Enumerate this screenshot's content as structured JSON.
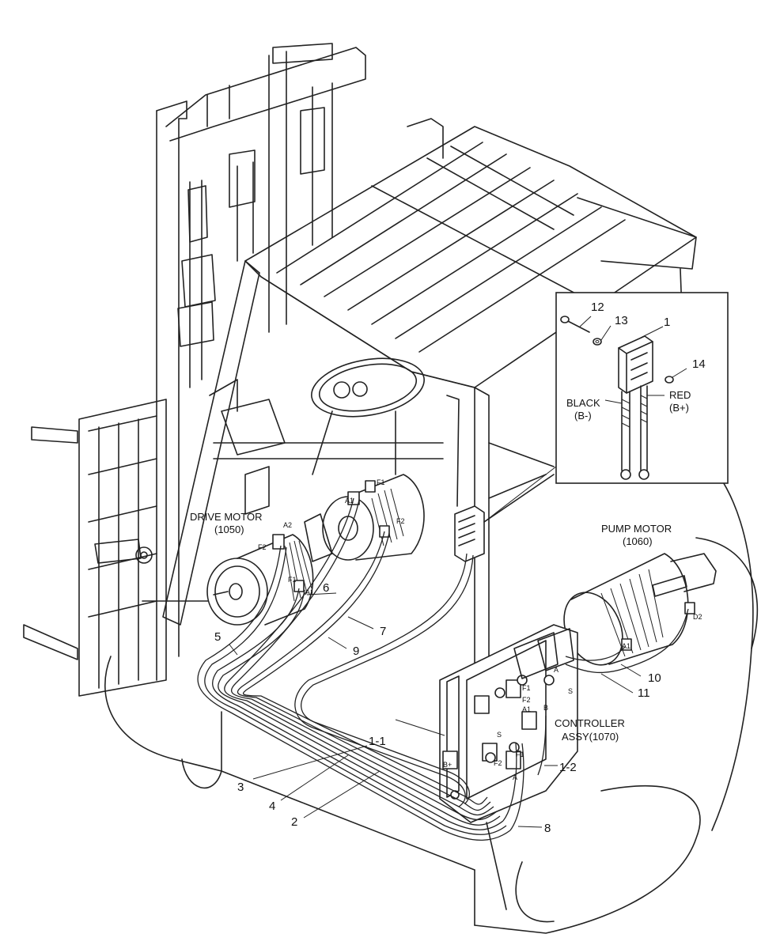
{
  "labels": {
    "drive_motor": "DRIVE MOTOR",
    "drive_motor_code": "(1050)",
    "pump_motor": "PUMP MOTOR",
    "pump_motor_code": "(1060)",
    "controller": "CONTROLLER",
    "controller_code": "ASSY(1070)",
    "black": "BLACK",
    "black_pol": "(B-)",
    "red": "RED",
    "red_pol": "(B+)"
  },
  "callouts": {
    "c1_1": "1-1",
    "c1_2": "1-2",
    "c2": "2",
    "c3": "3",
    "c4": "4",
    "c5": "5",
    "c6": "6",
    "c7": "7",
    "c8": "8",
    "c9": "9",
    "c10": "10",
    "c11": "11",
    "inset_1": "1",
    "inset_12": "12",
    "inset_13": "13",
    "inset_14": "14"
  },
  "terminals": {
    "a1_left": "A1",
    "a1_center": "A1",
    "a1_pump": "A1",
    "a2": "A2",
    "f1_left": "F1",
    "f1_center": "F1",
    "f2_left": "F2",
    "f2_center": "F2",
    "d2": "D2",
    "s": "S",
    "b": "B",
    "b_plus": "B+",
    "f1_ctrl": "F1",
    "f2_ctrl": "F2",
    "a1_ctrl": "A1",
    "s_ctrl": "S",
    "a_ctrl": "A",
    "a_ctrl2": "A",
    "f1_ctrl2": "F1",
    "f2_ctrl2": "F2"
  }
}
